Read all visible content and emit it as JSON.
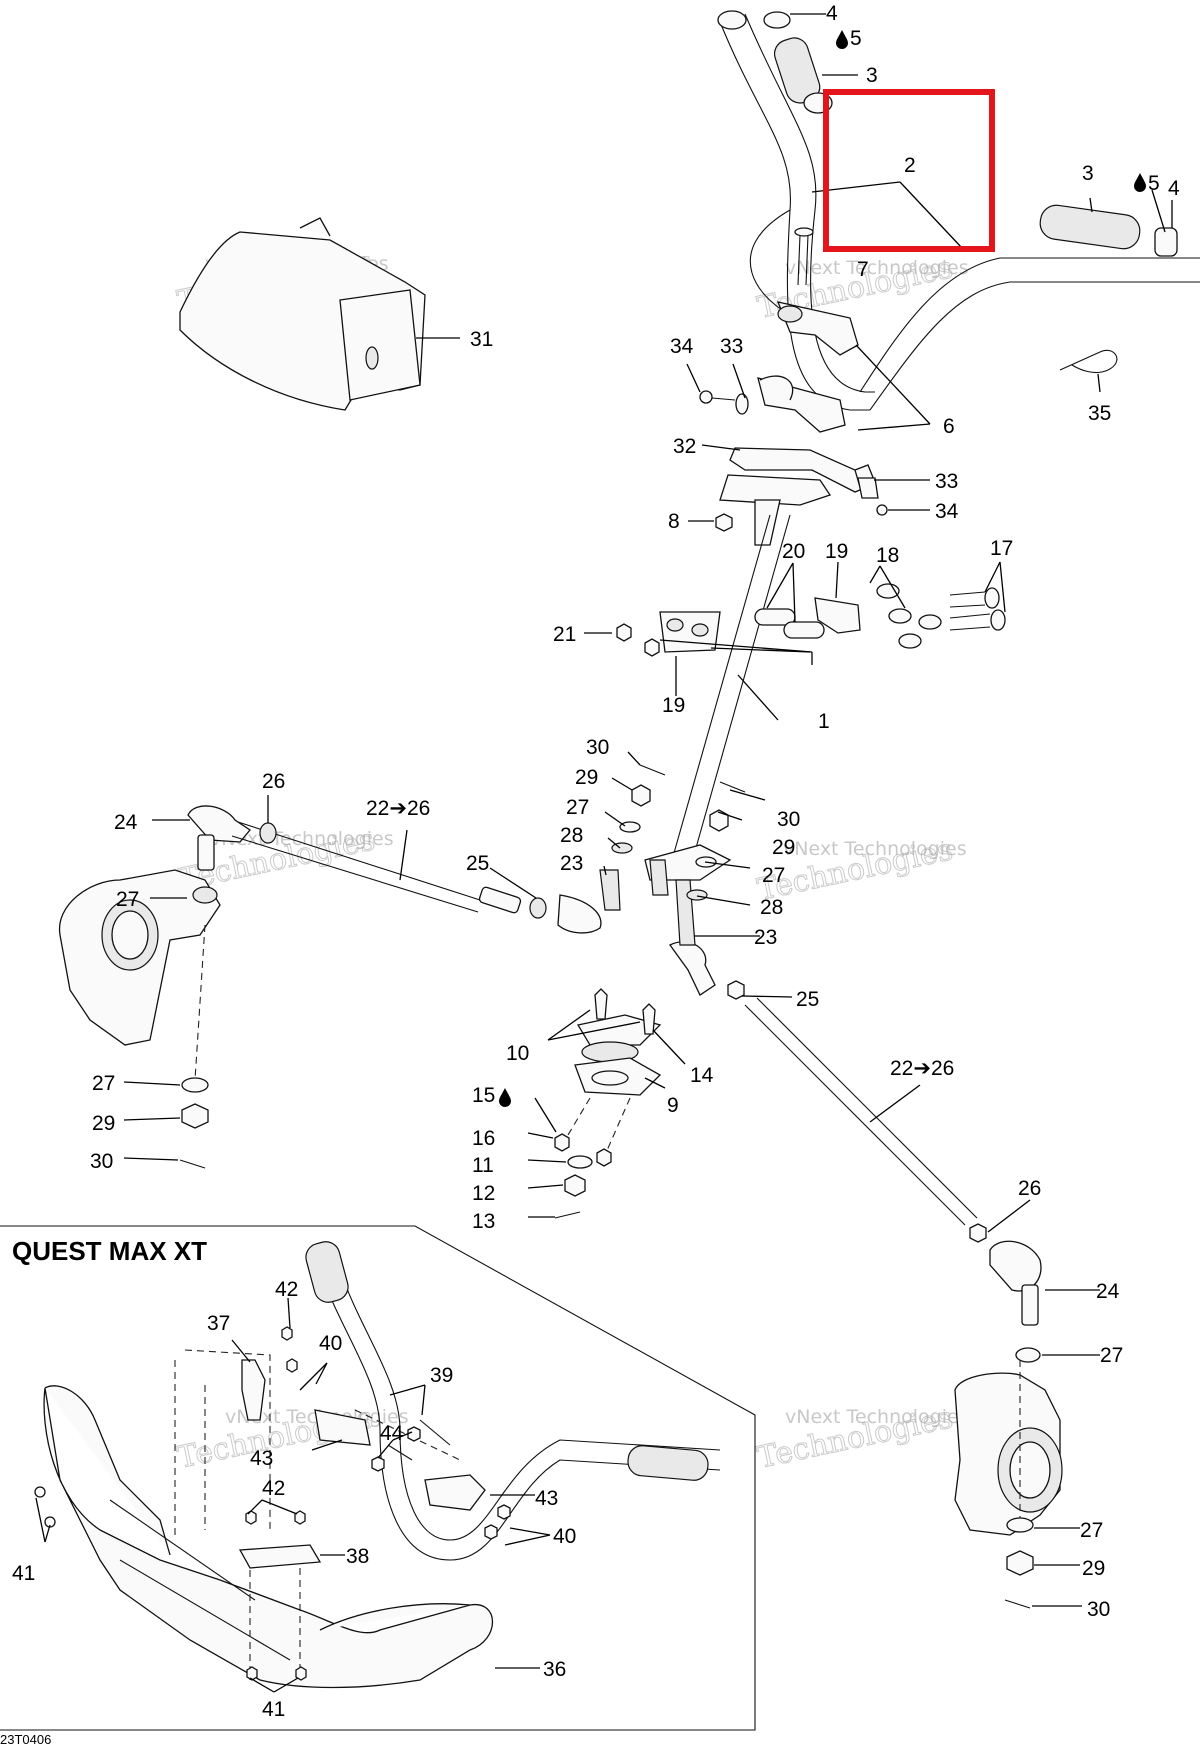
{
  "inset": {
    "title": "QUEST MAX XT"
  },
  "drawing_code": "23T0406",
  "watermark": {
    "line1": "vNext Technologies",
    "line2": "Technologies"
  },
  "highlight_color": "#e4161b",
  "labels": {
    "l4a": "4",
    "l5a": "5",
    "l3a": "3",
    "l2": "2",
    "l3b": "3",
    "l5b": "5",
    "l4b": "4",
    "l7": "7",
    "l31": "31",
    "l34a": "34",
    "l33a": "33",
    "l6": "6",
    "l35": "35",
    "l32": "32",
    "l33b": "33",
    "l34b": "34",
    "l8": "8",
    "l20": "20",
    "l19a": "19",
    "l18": "18",
    "l17": "17",
    "l21": "21",
    "l19b": "19",
    "l1": "1",
    "l30a": "30",
    "l29a": "29",
    "l27a": "27",
    "l28a": "28",
    "l23a": "23",
    "l26a": "26",
    "l24a": "24",
    "l22a": "22➔26",
    "l25a": "25",
    "l27b": "27",
    "l30b": "30",
    "l29b": "29",
    "l27c": "27",
    "l28b": "28",
    "l23b": "23",
    "l25b": "25",
    "l10": "10",
    "l14": "14",
    "l9": "9",
    "l15": "15",
    "l16": "16",
    "l11": "11",
    "l12": "12",
    "l13": "13",
    "l27d": "27",
    "l29c": "29",
    "l30c": "30",
    "l22b": "22➔26",
    "l26b": "26",
    "l24b": "24",
    "l27e": "27",
    "l27f": "27",
    "l29d": "29",
    "l30d": "30",
    "l42a": "42",
    "l37": "37",
    "l40a": "40",
    "l39": "39",
    "l44": "44",
    "l43a": "43",
    "l43b": "43",
    "l42b": "42",
    "l40b": "40",
    "l38": "38",
    "l41a": "41",
    "l36": "36",
    "l41b": "41"
  },
  "icons": {
    "oil_drop": "oil-drop-icon"
  }
}
